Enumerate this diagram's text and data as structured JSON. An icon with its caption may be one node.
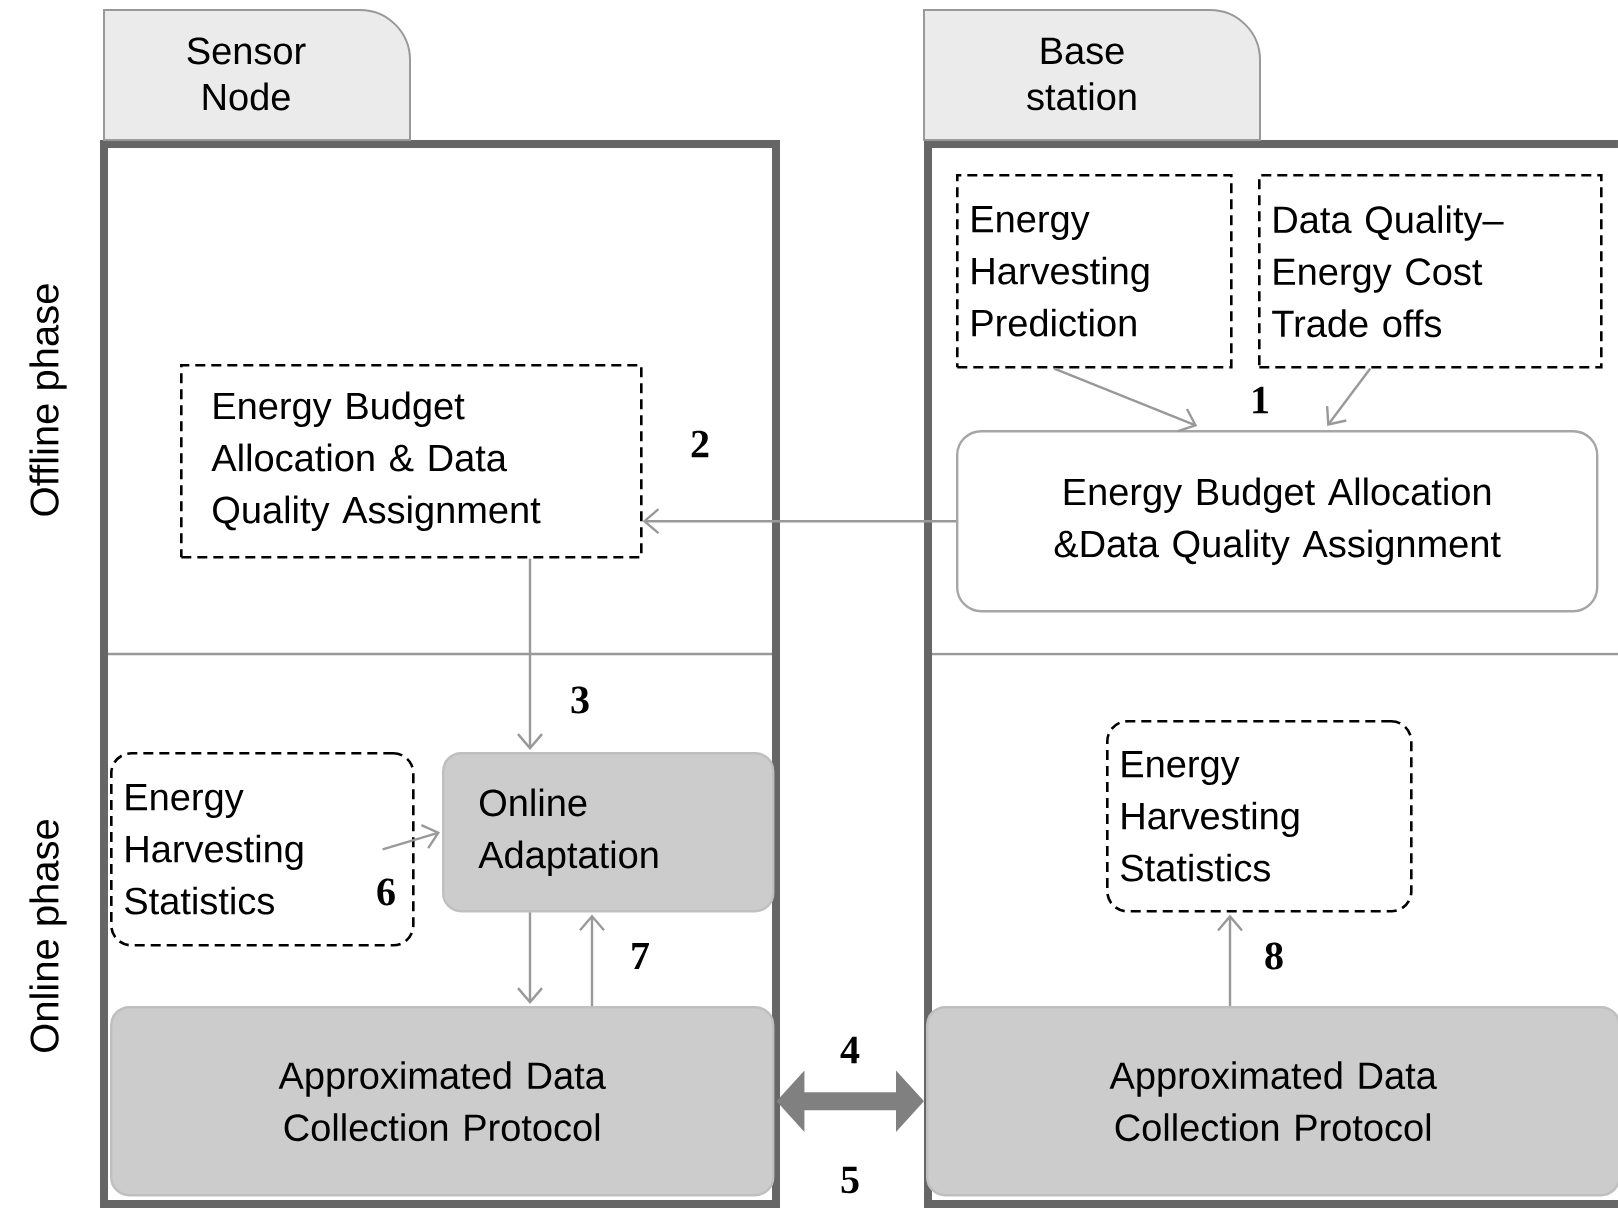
{
  "diagram": {
    "nodes": [
      {
        "text": [
          "Sensor Node"
        ]
      },
      {
        "text": [
          "Base station"
        ]
      },
      {
        "text": [
          "Energy Budget Allocation & Data Quality Assignment"
        ],
        "in": 0
      },
      {
        "text": [
          "Energy Harvesting Statistics"
        ],
        "in": 0
      },
      {
        "text": [
          "Online Adaptation"
        ],
        "in": 0
      },
      {
        "text": [
          "Approximated Data Collection Protocol"
        ],
        "in": 0
      },
      {
        "text": [
          "Energy Harvesting Prediction"
        ],
        "in": 1
      },
      {
        "text": [
          "Data Quality– Energy Cost Trade offs"
        ],
        "in": 1
      },
      {
        "text": [
          "Energy Budget Allocation &Data Quality Assignment"
        ],
        "in": 1
      },
      {
        "text": [
          "Energy Harvesting Statistics"
        ],
        "in": 1
      },
      {
        "text": [
          "Approximated Data Collection Protocol"
        ],
        "in": 1
      }
    ],
    "edges": [
      {
        "from": 6,
        "to": 8,
        "arrow": "to",
        "label": "1"
      },
      {
        "from": 7,
        "to": 8,
        "arrow": "to"
      },
      {
        "from": 8,
        "to": 2,
        "arrow": "to",
        "label": "2"
      },
      {
        "from": 2,
        "to": 4,
        "arrow": "to",
        "label": "3"
      },
      {
        "from": 3,
        "to": 4,
        "arrow": "to",
        "label": "6"
      },
      {
        "from": 4,
        "to": 5,
        "arrow": "to"
      },
      {
        "from": 5,
        "to": 4,
        "arrow": "to",
        "label": "7"
      },
      {
        "from": 5,
        "to": 10,
        "arrow": "both",
        "label": "4",
        "style": "thick",
        "color": "#808080"
      },
      {
        "from": 10,
        "to": 9,
        "arrow": "to",
        "label": "8"
      }
    ],
    "labels": [
      "Offline phase",
      "Online phase",
      "5"
    ]
  }
}
